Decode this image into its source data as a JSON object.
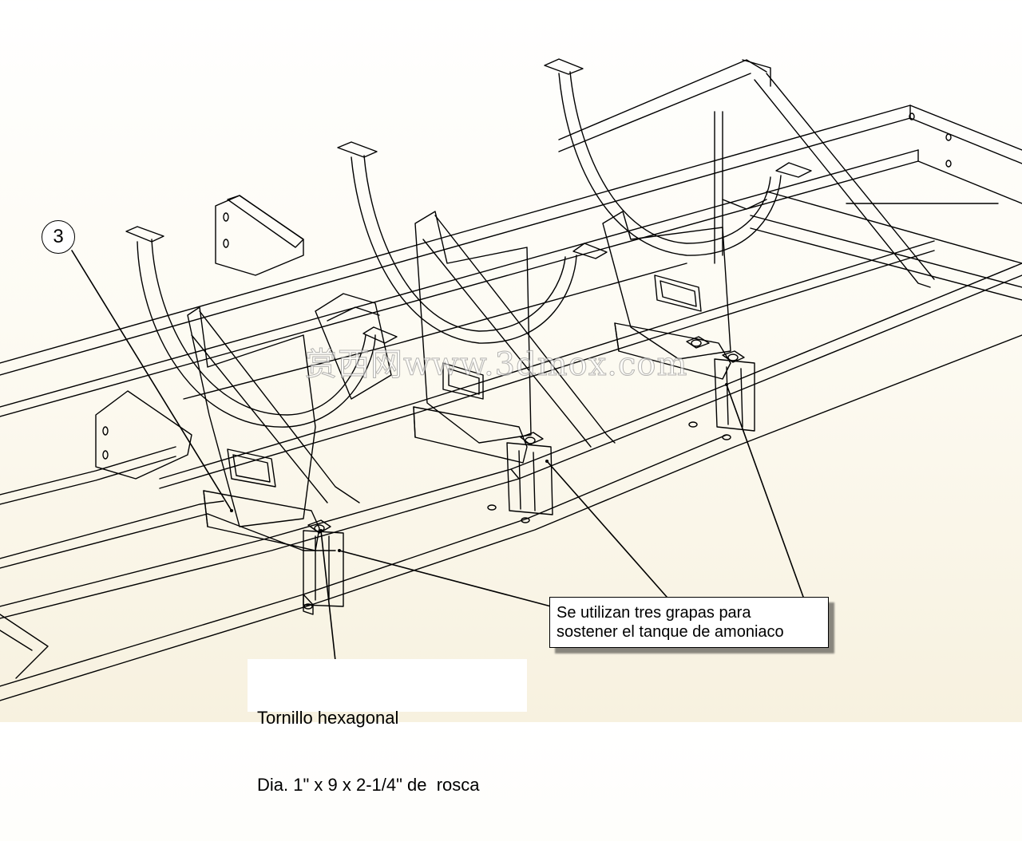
{
  "callout": {
    "number": "3"
  },
  "note": {
    "line1": "Se utilizan tres grapas para",
    "line2": "sostener el tanque de amoniaco"
  },
  "bolt": {
    "line1": "Tornillo hexagonal",
    "line2": "Dia. 1\" x 9 x 2-1/4\" de  rosca"
  },
  "watermark": {
    "text": "赏西网www.3dmox.com"
  },
  "colors": {
    "line": "#000000",
    "panel": "#ffffff",
    "shadow": "#000000"
  }
}
